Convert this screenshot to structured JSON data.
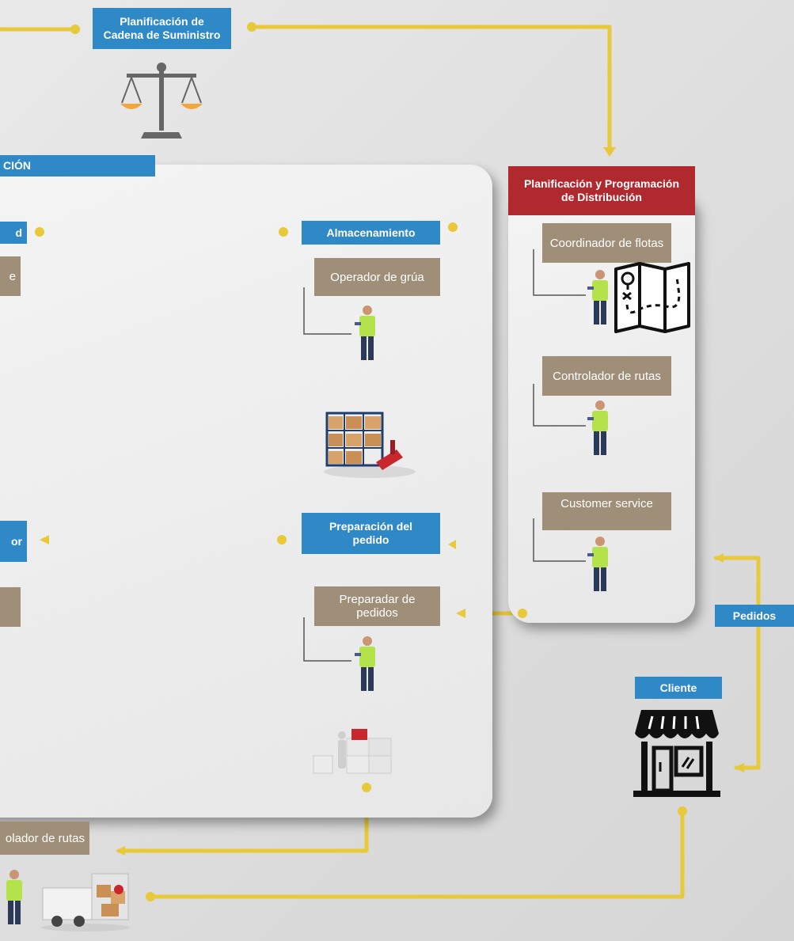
{
  "labels": {
    "planificacion_cadena": "Planificación de\nCadena de Suministro",
    "operacion_header": "CIÓN",
    "left_d": "d",
    "left_e": "e",
    "left_or": "or",
    "almacenamiento": "Almacenamiento",
    "operador_grua": "Operador de grúa",
    "preparacion_pedido": "Preparación del\npedido",
    "preparadar_pedidos": "Preparadar de\npedidos",
    "planificacion_distribucion": "Planificación y Programación\nde Distribución",
    "coordinador_flotas": "Coordinador de flotas",
    "controlador_rutas": "Controlador de rutas",
    "customer_service": "Customer service",
    "pedidos": "Pedidos",
    "cliente": "Cliente",
    "bottom_controlador": "olador de rutas"
  },
  "icons": {
    "scale": "balance-scale-icon",
    "worker": "warehouse-worker-icon",
    "map": "folded-map-icon",
    "rack": "warehouse-rack-icon",
    "boxes": "box-stack-icon",
    "store": "storefront-icon",
    "truck": "delivery-truck-icon"
  },
  "colors": {
    "connector": "#e7c93a",
    "blue_label": "#2f89c7",
    "tan_label": "#a08f78",
    "red_label": "#b0292f",
    "vest": "#b4e24a"
  }
}
